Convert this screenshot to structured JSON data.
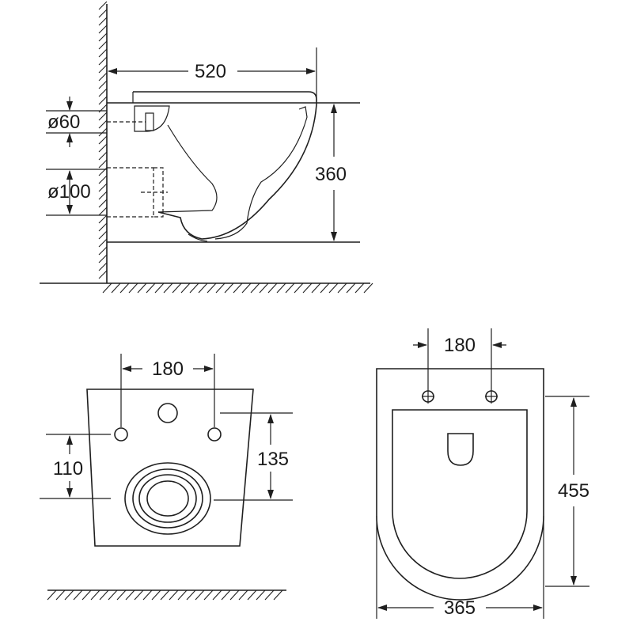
{
  "side_view": {
    "dim_length": "520",
    "dim_height": "360",
    "dim_pipe_small": "ø60",
    "dim_pipe_large": "ø100"
  },
  "back_view": {
    "dim_hole_spacing": "180",
    "dim_left_height": "110",
    "dim_right_height": "135"
  },
  "top_view": {
    "dim_hole_spacing": "180",
    "dim_depth": "455",
    "dim_width": "365"
  },
  "colors": {
    "line": "#1f1f1f",
    "background": "#ffffff"
  }
}
